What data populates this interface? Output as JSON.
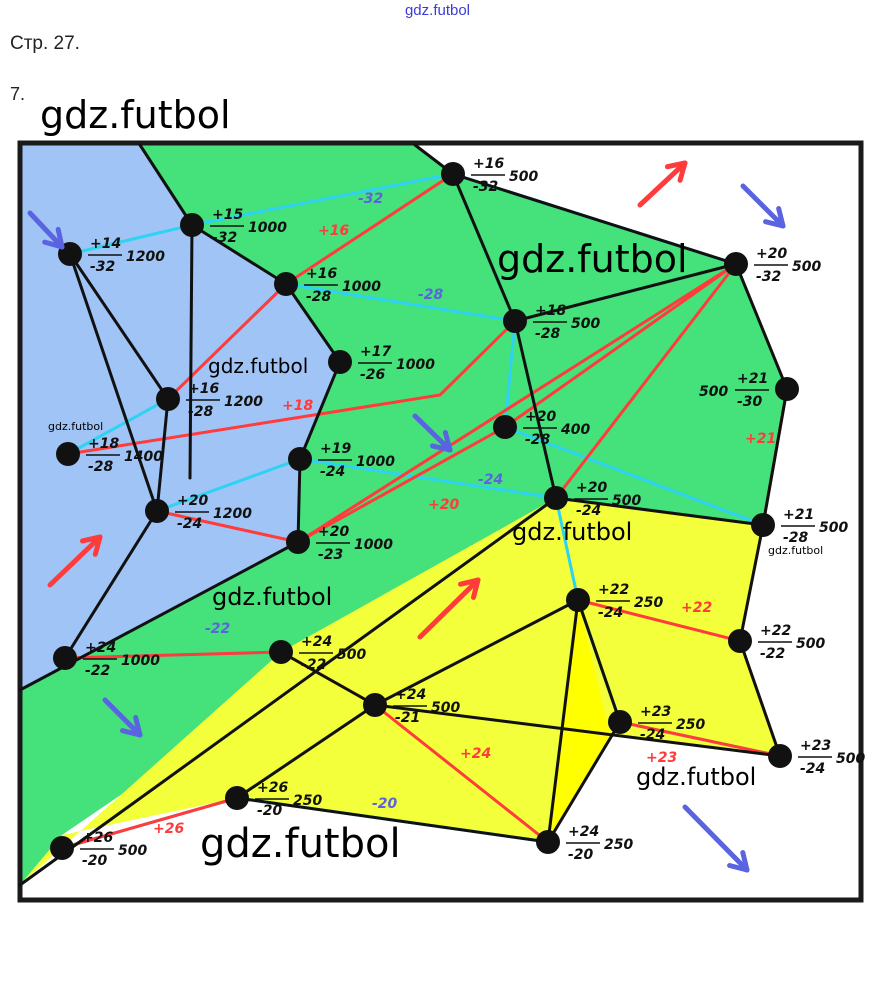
{
  "header": {
    "watermark": "gdz.futbol",
    "page": "Стр. 27.",
    "task": "7."
  },
  "watermark_text": "gdz.futbol",
  "colors": {
    "cold": "#a0c4f5",
    "temperate": "#45e17a",
    "warm": "#f2ff3a",
    "isotherm": "#ff3b3b",
    "pressure": "#2ed2f2",
    "wind_blue": "#5a63e0"
  },
  "stations": [
    {
      "t": "+14",
      "b": "-32",
      "v": "1200"
    },
    {
      "t": "+15",
      "b": "-32",
      "v": "1000"
    },
    {
      "t": "+16",
      "b": "-28",
      "v": "1000"
    },
    {
      "t": "+17",
      "b": "-26",
      "v": "1000"
    },
    {
      "t": "+16",
      "b": "-28",
      "v": "1200"
    },
    {
      "t": "+18",
      "b": "-28",
      "v": "1400"
    },
    {
      "t": "+19",
      "b": "-24",
      "v": "1000"
    },
    {
      "t": "+20",
      "b": "-24",
      "v": "1200"
    },
    {
      "t": "+20",
      "b": "-23",
      "v": "1000"
    },
    {
      "t": "+16",
      "b": "-32",
      "v": "500"
    },
    {
      "t": "+18",
      "b": "-28",
      "v": "500"
    },
    {
      "t": "+20",
      "b": "-28",
      "v": "400"
    },
    {
      "t": "+20",
      "b": "-32",
      "v": "500"
    },
    {
      "t": "+21",
      "b": "-30",
      "v": "500"
    },
    {
      "t": "+20",
      "b": "-24",
      "v": "500"
    },
    {
      "t": "+21",
      "b": "-28",
      "v": "500"
    },
    {
      "t": "+22",
      "b": "-24",
      "v": "250"
    },
    {
      "t": "+22",
      "b": "-22",
      "v": "500"
    },
    {
      "t": "+24",
      "b": "-22",
      "v": "1000"
    },
    {
      "t": "+24",
      "b": "-22",
      "v": "500"
    },
    {
      "t": "+24",
      "b": "-21",
      "v": "500"
    },
    {
      "t": "+23",
      "b": "-24",
      "v": "250"
    },
    {
      "t": "+23",
      "b": "-24",
      "v": "500"
    },
    {
      "t": "+26",
      "b": "-20",
      "v": "250"
    },
    {
      "t": "+26",
      "b": "-20",
      "v": "500"
    },
    {
      "t": "+24",
      "b": "-20",
      "v": "250"
    }
  ],
  "edge_labels": [
    {
      "text": "-32",
      "kind": "pressure"
    },
    {
      "text": "+16",
      "kind": "isotherm"
    },
    {
      "text": "-28",
      "kind": "pressure"
    },
    {
      "text": "+18",
      "kind": "isotherm"
    },
    {
      "text": "-24",
      "kind": "pressure"
    },
    {
      "text": "+20",
      "kind": "isotherm"
    },
    {
      "text": "+21",
      "kind": "isotherm"
    },
    {
      "text": "+22",
      "kind": "isotherm"
    },
    {
      "text": "-22",
      "kind": "pressure"
    },
    {
      "text": "+24",
      "kind": "isotherm"
    },
    {
      "text": "+23",
      "kind": "isotherm"
    },
    {
      "text": "-20",
      "kind": "pressure"
    },
    {
      "text": "+26",
      "kind": "isotherm"
    }
  ]
}
